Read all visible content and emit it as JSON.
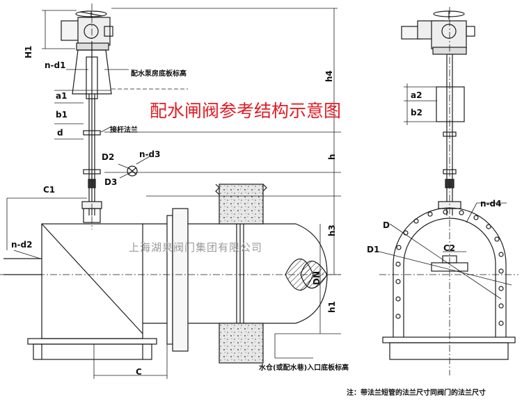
{
  "title": "配水闸阀参考结构示意图",
  "watermark": "上海湖泉阀门集团有限公司",
  "notes": {
    "pump_floor": "配水泵房底板标高",
    "extension_flange": "接杆法兰",
    "inlet_floor": "水仓(或配水巷)入口底板标高",
    "footnote": "注：带法兰短管的法兰尺寸同阀门的法兰尺寸"
  },
  "dims": {
    "H1": "H1",
    "n_d1": "n-d1",
    "a1": "a1",
    "b1": "b1",
    "d": "d",
    "D2": "D2",
    "D3": "D3",
    "n_d3": "n-d3",
    "C1": "C1",
    "n_d2": "n-d2",
    "C": "C",
    "h4": "h4",
    "h": "h",
    "h3": "h3",
    "DN": "DN",
    "h1": "h1",
    "a2": "a2",
    "b2": "b2",
    "n_d4": "n-d4",
    "D_big": "D",
    "D1": "D1",
    "C2": "C2"
  },
  "colors": {
    "line": "#1a1a1a",
    "title": "#e31b23",
    "watermark": "#9a9a9a",
    "concrete": "#bfbfbf"
  }
}
